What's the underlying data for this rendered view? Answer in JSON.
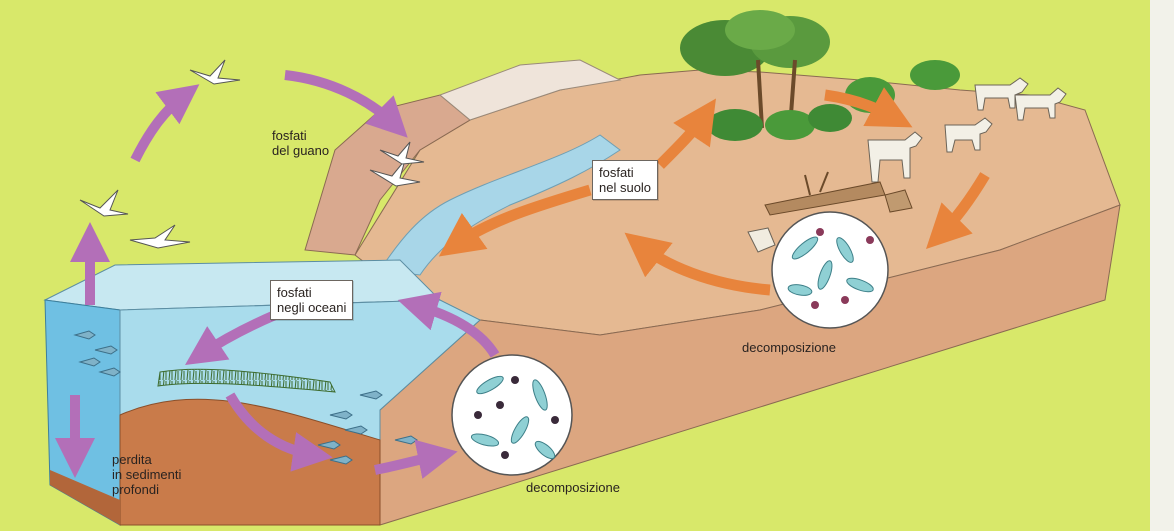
{
  "labels": {
    "guano": "fosfati\ndel guano",
    "suolo": "fosfati\nnel suolo",
    "oceani": "fosfati\nnegli oceani",
    "perdita": "perdita\nin sedimenti\nprofondi",
    "decomp_land": "decomposizione",
    "decomp_sea": "decomposizione"
  },
  "colors": {
    "background": "#d8e86a",
    "water": "#9fd3e6",
    "land": "#e2b48e",
    "sea_arrow": "#b36fb8",
    "land_arrow": "#e8843c"
  }
}
